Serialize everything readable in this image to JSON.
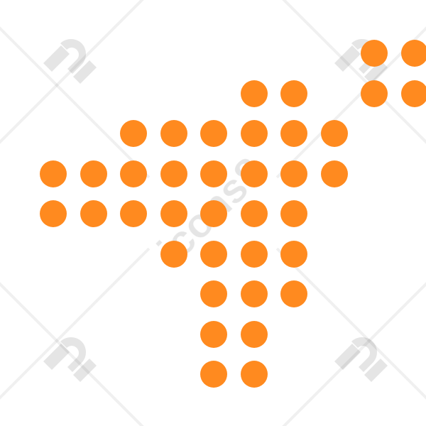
{
  "watermark": {
    "text": "icons8",
    "color": "#000000"
  },
  "icon": {
    "name": "dotted-plane-icon",
    "color": "#ff8a1f",
    "rows": [
      [
        8,
        9
      ],
      [
        5,
        6,
        8,
        9
      ],
      [
        2,
        3,
        4,
        5,
        6,
        7
      ],
      [
        0,
        1,
        2,
        3,
        4,
        5,
        6,
        7
      ],
      [
        0,
        1,
        2,
        3,
        4,
        5,
        6
      ],
      [
        3,
        4,
        5,
        6
      ],
      [
        4,
        5,
        6
      ],
      [
        4,
        5
      ],
      [
        4,
        5
      ]
    ]
  }
}
